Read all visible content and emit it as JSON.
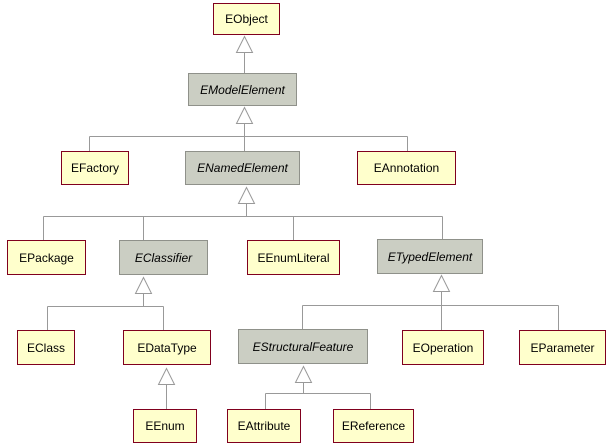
{
  "diagram": {
    "type": "uml-class-inheritance-hierarchy",
    "notation": {
      "arrowhead": "hollow-triangle",
      "arrowhead_meaning": "generalization (child points to parent)",
      "abstract_style": "italic label on gray box"
    },
    "colors": {
      "background": "#FFFFFF",
      "class_fill": "#FFFFCC",
      "class_border": "#80001E",
      "abstract_class_fill": "#CBCEC3",
      "abstract_class_border": "#8F918A",
      "connector_line": "#999999",
      "text": "#000000"
    },
    "nodes": [
      {
        "id": "EObject",
        "label": "EObject",
        "abstract": false
      },
      {
        "id": "EModelElement",
        "label": "EModelElement",
        "abstract": true
      },
      {
        "id": "EFactory",
        "label": "EFactory",
        "abstract": false
      },
      {
        "id": "ENamedElement",
        "label": "ENamedElement",
        "abstract": true
      },
      {
        "id": "EAnnotation",
        "label": "EAnnotation",
        "abstract": false
      },
      {
        "id": "EPackage",
        "label": "EPackage",
        "abstract": false
      },
      {
        "id": "EClassifier",
        "label": "EClassifier",
        "abstract": true
      },
      {
        "id": "EEnumLiteral",
        "label": "EEnumLiteral",
        "abstract": false
      },
      {
        "id": "ETypedElement",
        "label": "ETypedElement",
        "abstract": true
      },
      {
        "id": "EClass",
        "label": "EClass",
        "abstract": false
      },
      {
        "id": "EDataType",
        "label": "EDataType",
        "abstract": false
      },
      {
        "id": "EStructuralFeature",
        "label": "EStructuralFeature",
        "abstract": true
      },
      {
        "id": "EOperation",
        "label": "EOperation",
        "abstract": false
      },
      {
        "id": "EParameter",
        "label": "EParameter",
        "abstract": false
      },
      {
        "id": "EEnum",
        "label": "EEnum",
        "abstract": false
      },
      {
        "id": "EAttribute",
        "label": "EAttribute",
        "abstract": false
      },
      {
        "id": "EReference",
        "label": "EReference",
        "abstract": false
      }
    ],
    "edges": [
      {
        "child": "EModelElement",
        "parent": "EObject"
      },
      {
        "child": "EFactory",
        "parent": "EModelElement"
      },
      {
        "child": "ENamedElement",
        "parent": "EModelElement"
      },
      {
        "child": "EAnnotation",
        "parent": "EModelElement"
      },
      {
        "child": "EPackage",
        "parent": "ENamedElement"
      },
      {
        "child": "EClassifier",
        "parent": "ENamedElement"
      },
      {
        "child": "EEnumLiteral",
        "parent": "ENamedElement"
      },
      {
        "child": "ETypedElement",
        "parent": "ENamedElement"
      },
      {
        "child": "EClass",
        "parent": "EClassifier"
      },
      {
        "child": "EDataType",
        "parent": "EClassifier"
      },
      {
        "child": "EEnum",
        "parent": "EDataType"
      },
      {
        "child": "EStructuralFeature",
        "parent": "ETypedElement"
      },
      {
        "child": "EOperation",
        "parent": "ETypedElement"
      },
      {
        "child": "EParameter",
        "parent": "ETypedElement"
      },
      {
        "child": "EAttribute",
        "parent": "EStructuralFeature"
      },
      {
        "child": "EReference",
        "parent": "EStructuralFeature"
      }
    ]
  }
}
